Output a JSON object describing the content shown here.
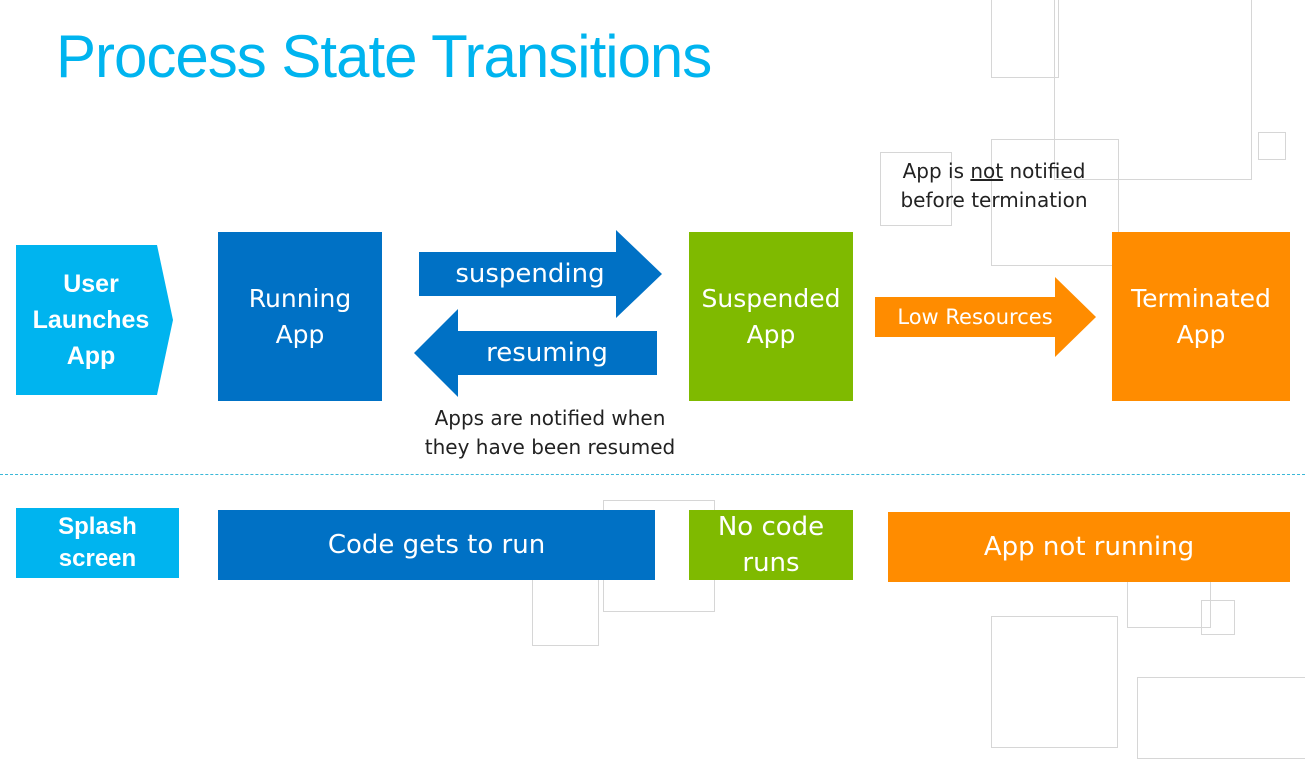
{
  "title": "Process State Transitions",
  "colors": {
    "title": "#00B4EF",
    "cyan": "#00B4EF",
    "running_blue": "#0071C5",
    "suspended_green": "#7FBA00",
    "terminated_orange": "#FF8C00"
  },
  "states": {
    "user_launches": "User Launches App",
    "running": "Running App",
    "suspended": "Suspended App",
    "terminated": "Terminated App"
  },
  "transitions": {
    "suspending": "suspending",
    "resuming": "resuming",
    "low_resources": "Low Resources"
  },
  "notes": {
    "resumed": "Apps are notified when they have been resumed",
    "terminated_prefix": "App is ",
    "terminated_emphasis": "not",
    "terminated_suffix": " notified before termination"
  },
  "status_row": {
    "splash": "Splash screen",
    "code_runs": "Code gets to run",
    "no_code": "No code runs",
    "not_running": "App not running"
  }
}
